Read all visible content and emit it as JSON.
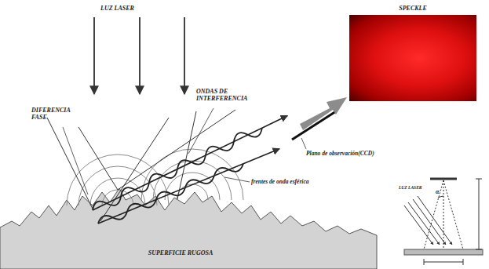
{
  "diagram": {
    "nodes": [
      {
        "text": [
          "SPECKLE"
        ]
      },
      {
        "text": [
          "SUPERFICIE RUGOSA"
        ]
      }
    ],
    "labels": [
      "LUZ LASER",
      "ONDAS DE INTERFERENCIA",
      "DIFERENCIA FASE",
      "Plano de observación(CCD)",
      "frentes de onda esférica",
      "LUZ LASER",
      "α"
    ]
  }
}
